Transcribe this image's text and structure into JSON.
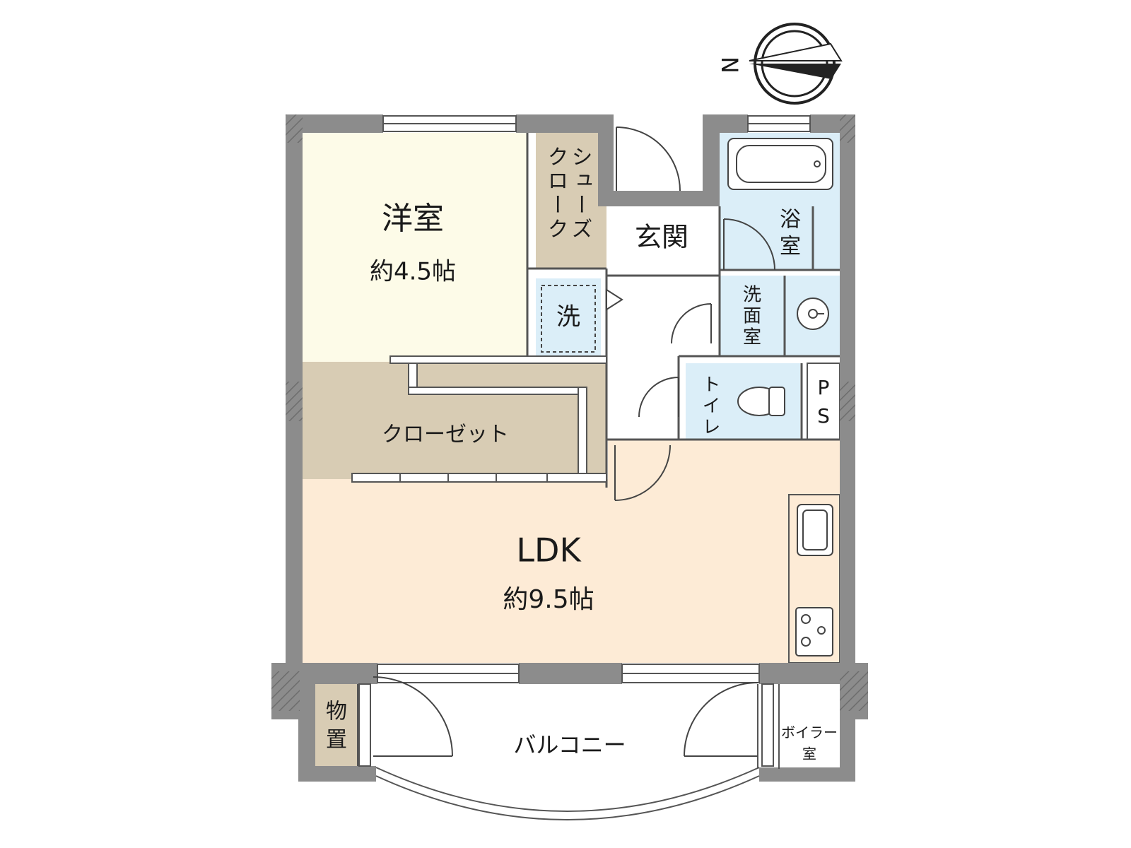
{
  "compass": {
    "north_label": "N"
  },
  "rooms": {
    "western_room": {
      "name": "洋室",
      "size": "約4.5帖"
    },
    "shoe_closet": {
      "name_col1": "シューズ",
      "name_col2": "クローク"
    },
    "entrance": {
      "name": "玄関"
    },
    "bath": {
      "name_line1": "浴",
      "name_line2": "室"
    },
    "washing_machine": {
      "name": "洗"
    },
    "washroom": {
      "name_line1": "洗",
      "name_line2": "面",
      "name_line3": "室"
    },
    "toilet": {
      "name": "トイレ"
    },
    "ps": {
      "line1": "P",
      "line2": "S"
    },
    "closet": {
      "name": "クローゼット"
    },
    "ldk": {
      "name": "LDK",
      "size": "約9.5帖"
    },
    "storage": {
      "name_line1": "物",
      "name_line2": "置"
    },
    "balcony": {
      "name": "バルコニー"
    },
    "boiler": {
      "name_line1": "ボイラー",
      "name_line2": "室"
    }
  },
  "colors": {
    "wall": "#8c8c8c",
    "western_room": "#fdfbe8",
    "closet": "#d8ccb4",
    "ldk": "#fdebd6",
    "wet_area": "#dbeef8",
    "outline": "#555555"
  }
}
